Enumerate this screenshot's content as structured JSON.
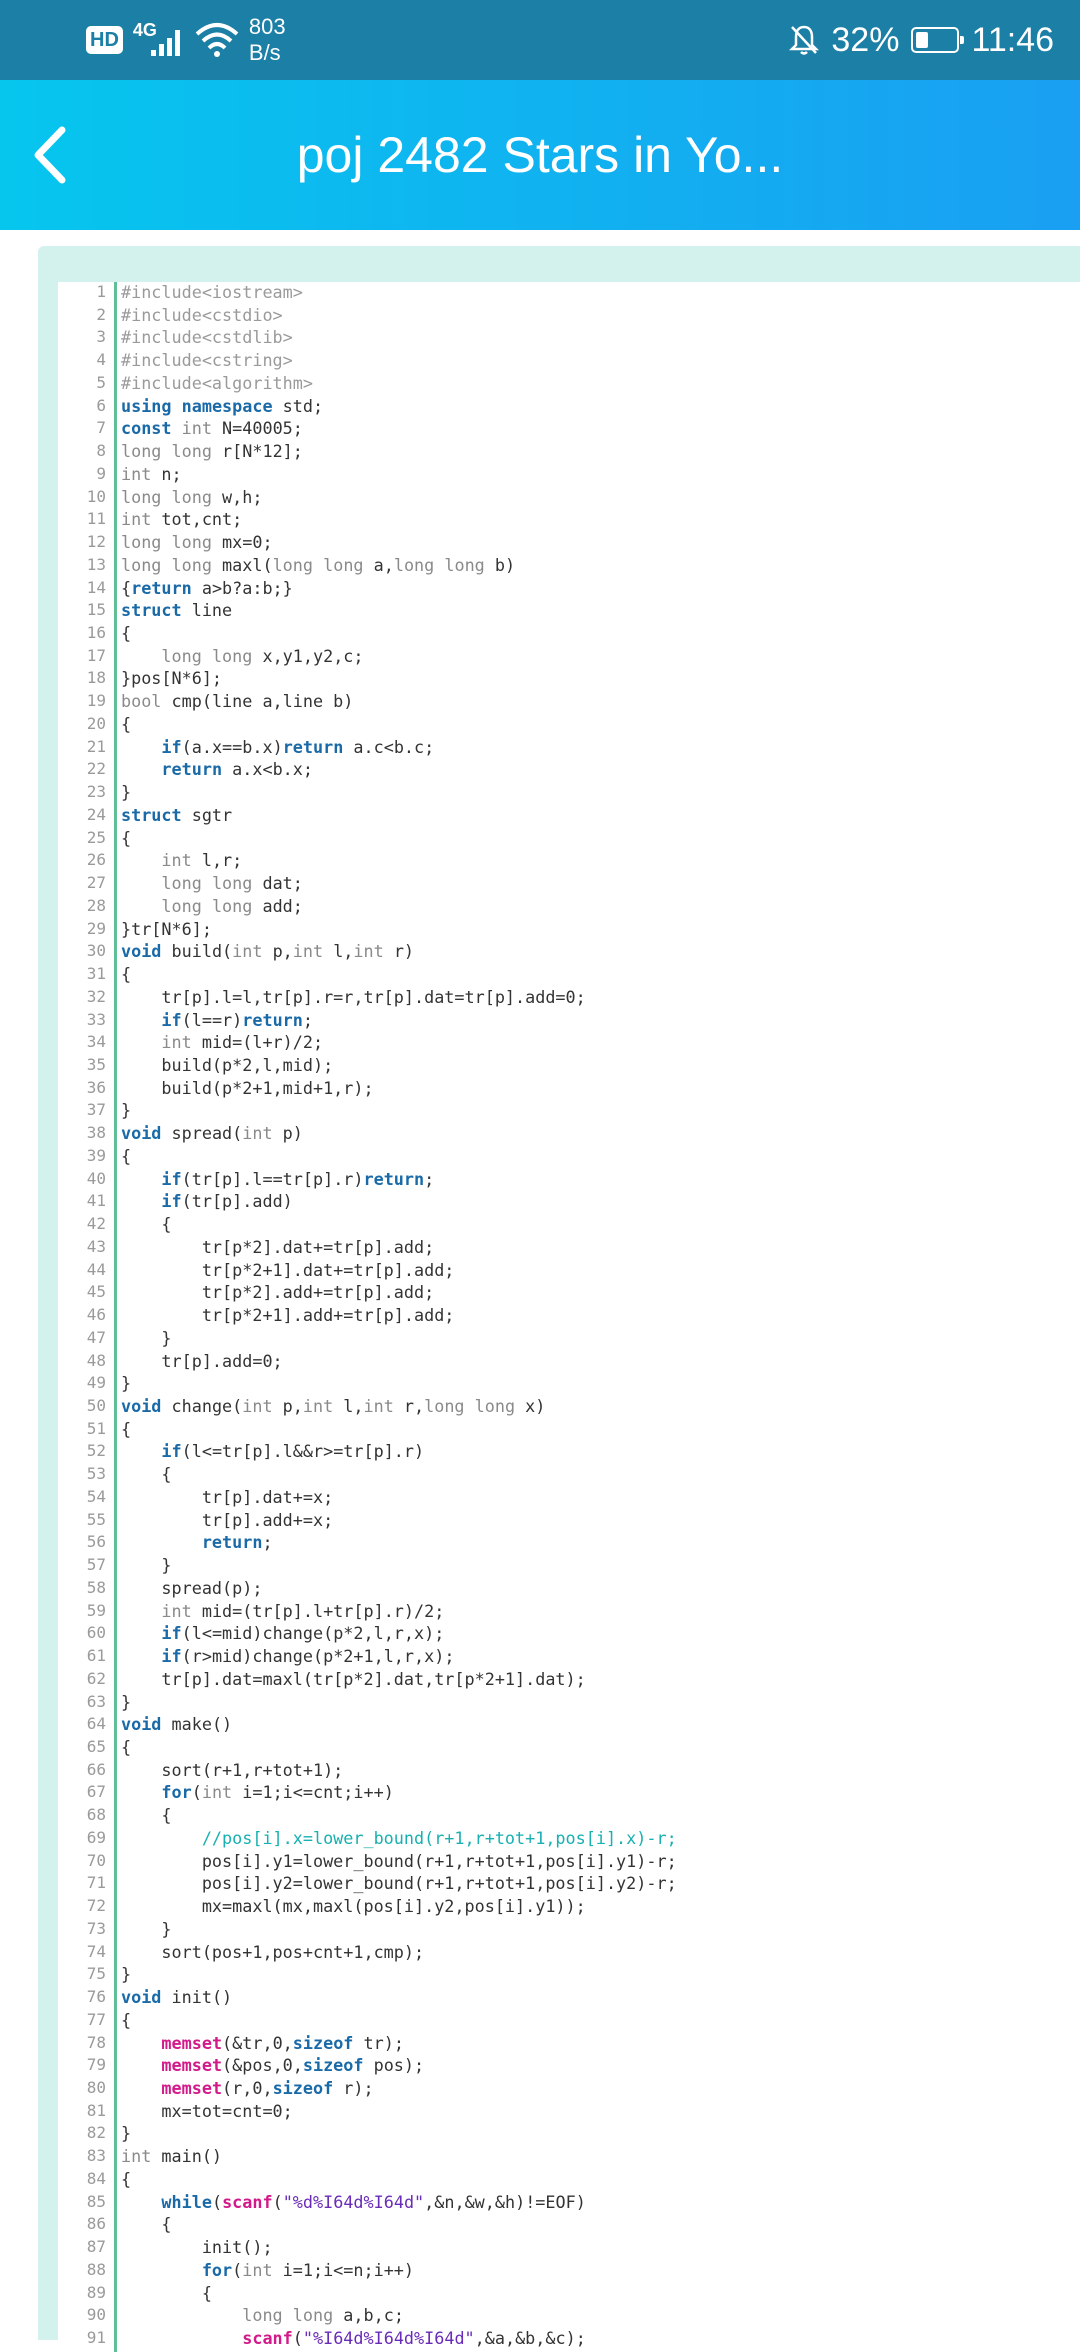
{
  "status_bar": {
    "hd_badge": "HD",
    "network": "4G",
    "speed_value": "803",
    "speed_unit": "B/s",
    "battery_percent": "32%",
    "time": "11:46",
    "icons": [
      "signal-icon",
      "wifi-icon",
      "mute-bell-icon",
      "battery-icon"
    ]
  },
  "header": {
    "title": "poj 2482 Stars in Yo...",
    "back_icon": "chevron-left-icon"
  },
  "colors": {
    "header_start": "#06c6ee",
    "header_end": "#1a9ff2",
    "panel_bg": "#d3f2ed",
    "gutter_rule": "#5fbf97",
    "keyword": "#1a6aa8",
    "builtin_fn": "#d21a8a",
    "string": "#6a2bb8",
    "comment": "#18b0b0"
  },
  "code": {
    "language": "cpp",
    "lines": [
      "#include<iostream>",
      "#include<cstdio>",
      "#include<cstdlib>",
      "#include<cstring>",
      "#include<algorithm>",
      "using namespace std;",
      "const int N=40005;",
      "long long r[N*12];",
      "int n;",
      "long long w,h;",
      "int tot,cnt;",
      "long long mx=0;",
      "long long maxl(long long a,long long b)",
      "{return a>b?a:b;}",
      "struct line",
      "{",
      "    long long x,y1,y2,c;",
      "}pos[N*6];",
      "bool cmp(line a,line b)",
      "{",
      "    if(a.x==b.x)return a.c<b.c;",
      "    return a.x<b.x;",
      "}",
      "struct sgtr",
      "{",
      "    int l,r;",
      "    long long dat;",
      "    long long add;",
      "}tr[N*6];",
      "void build(int p,int l,int r)",
      "{",
      "    tr[p].l=l,tr[p].r=r,tr[p].dat=tr[p].add=0;",
      "    if(l==r)return;",
      "    int mid=(l+r)/2;",
      "    build(p*2,l,mid);",
      "    build(p*2+1,mid+1,r);",
      "}",
      "void spread(int p)",
      "{",
      "    if(tr[p].l==tr[p].r)return;",
      "    if(tr[p].add)",
      "    {",
      "        tr[p*2].dat+=tr[p].add;",
      "        tr[p*2+1].dat+=tr[p].add;",
      "        tr[p*2].add+=tr[p].add;",
      "        tr[p*2+1].add+=tr[p].add;",
      "    }",
      "    tr[p].add=0;",
      "}",
      "void change(int p,int l,int r,long long x)",
      "{",
      "    if(l<=tr[p].l&&r>=tr[p].r)",
      "    {",
      "        tr[p].dat+=x;",
      "        tr[p].add+=x;",
      "        return;",
      "    }",
      "    spread(p);",
      "    int mid=(tr[p].l+tr[p].r)/2;",
      "    if(l<=mid)change(p*2,l,r,x);",
      "    if(r>mid)change(p*2+1,l,r,x);",
      "    tr[p].dat=maxl(tr[p*2].dat,tr[p*2+1].dat);",
      "}",
      "void make()",
      "{",
      "    sort(r+1,r+tot+1);",
      "    for(int i=1;i<=cnt;i++)",
      "    {",
      "        //pos[i].x=lower_bound(r+1,r+tot+1,pos[i].x)-r;",
      "        pos[i].y1=lower_bound(r+1,r+tot+1,pos[i].y1)-r;",
      "        pos[i].y2=lower_bound(r+1,r+tot+1,pos[i].y2)-r;",
      "        mx=maxl(mx,maxl(pos[i].y2,pos[i].y1));",
      "    }",
      "    sort(pos+1,pos+cnt+1,cmp);",
      "}",
      "void init()",
      "{",
      "    memset(&tr,0,sizeof tr);",
      "    memset(&pos,0,sizeof pos);",
      "    memset(r,0,sizeof r);",
      "    mx=tot=cnt=0;",
      "}",
      "int main()",
      "{",
      "    while(scanf(\"%d%I64d%I64d\",&n,&w,&h)!=EOF)",
      "    {",
      "        init();",
      "        for(int i=1;i<=n;i++)",
      "        {",
      "            long long a,b,c;",
      "            scanf(\"%I64d%I64d%I64d\",&a,&b,&c);"
    ]
  }
}
